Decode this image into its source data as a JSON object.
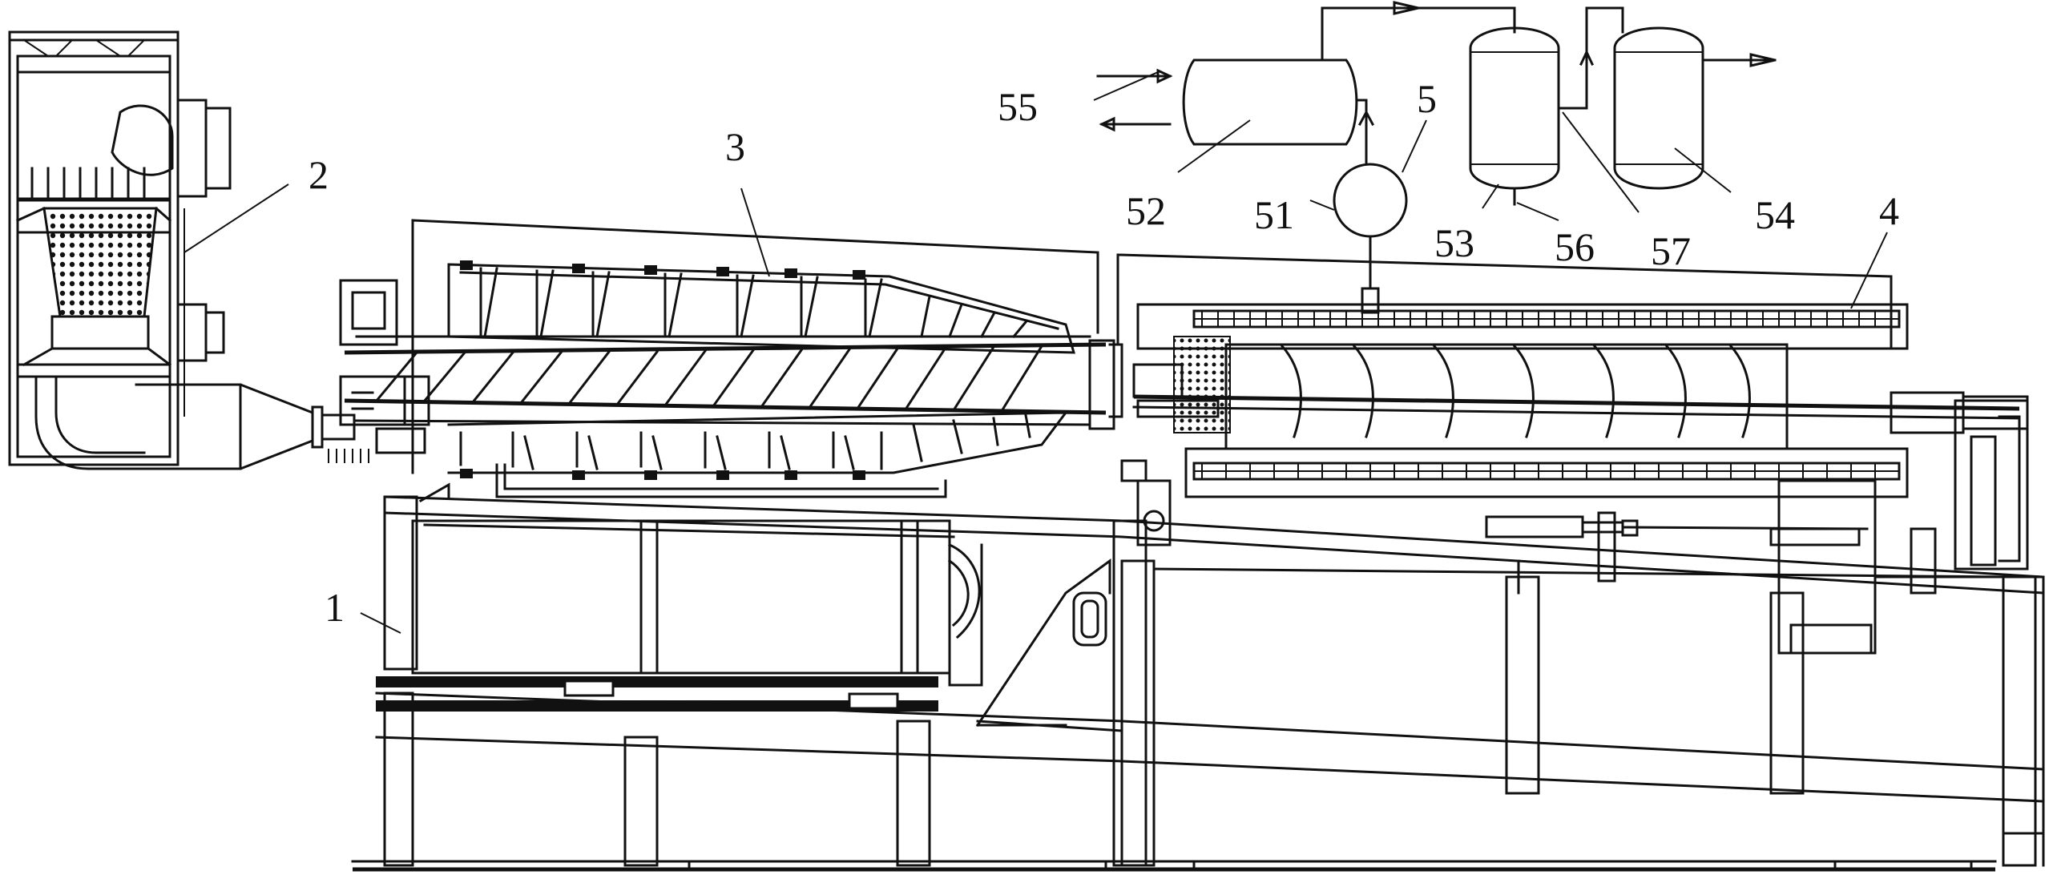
{
  "labels": {
    "l1": "1",
    "l2": "2",
    "l3": "3",
    "l4": "4",
    "l5": "5",
    "l51": "51",
    "l52": "52",
    "l53": "53",
    "l54": "54",
    "l55": "55",
    "l56": "56",
    "l57": "57"
  },
  "colors": {
    "line": "#111111",
    "background": "#ffffff"
  }
}
